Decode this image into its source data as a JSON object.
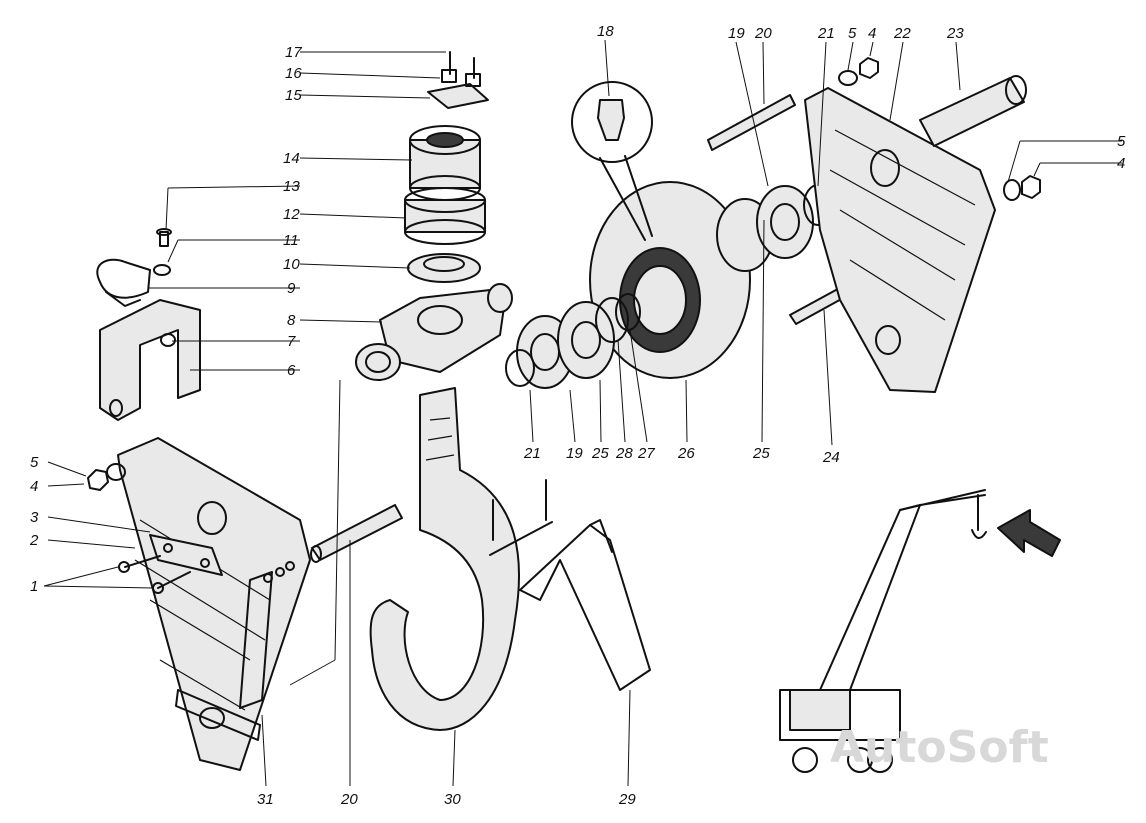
{
  "callouts": {
    "c1": "1",
    "c2": "2",
    "c3": "3",
    "c4_left": "4",
    "c5_left": "5",
    "c6": "6",
    "c7": "7",
    "c8": "8",
    "c9": "9",
    "c10": "10",
    "c11": "11",
    "c12": "12",
    "c13": "13",
    "c14": "14",
    "c15": "15",
    "c16": "16",
    "c17": "17",
    "c18": "18",
    "c19_top": "19",
    "c20_top": "20",
    "c21_top": "21",
    "c5_top": "5",
    "c4_top": "4",
    "c22": "22",
    "c23": "23",
    "c5_right": "5",
    "c4_right": "4",
    "c21_bottom": "21",
    "c19_bottom": "19",
    "c25_bottom": "25",
    "c28": "28",
    "c27": "27",
    "c26": "26",
    "c25_right": "25",
    "c24": "24",
    "c31": "31",
    "c20_bottom": "20",
    "c30": "30",
    "c29": "29"
  },
  "watermark": "AutoSoft",
  "icons": [
    "crane-icon",
    "arrow-icon",
    "hook-icon",
    "grease-nipple-icon"
  ]
}
